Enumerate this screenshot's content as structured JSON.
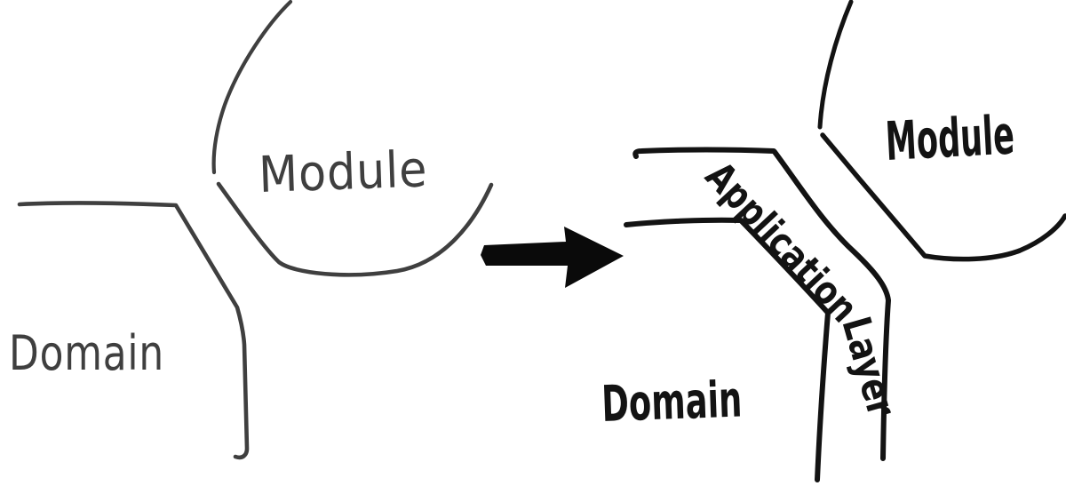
{
  "diagram": {
    "description": "Hand-drawn before/after sketch: inserting an Application Layer between Domain and Module",
    "colors": {
      "background": "#ffffff",
      "pencil": "#3f3f3f",
      "ink": "#131313",
      "arrow": "#0a0a0a"
    },
    "before": {
      "module_label": "Module",
      "domain_label": "Domain"
    },
    "after": {
      "module_label": "Module",
      "domain_label": "Domain",
      "layer_word1": "Application",
      "layer_word2": "Layer"
    }
  }
}
